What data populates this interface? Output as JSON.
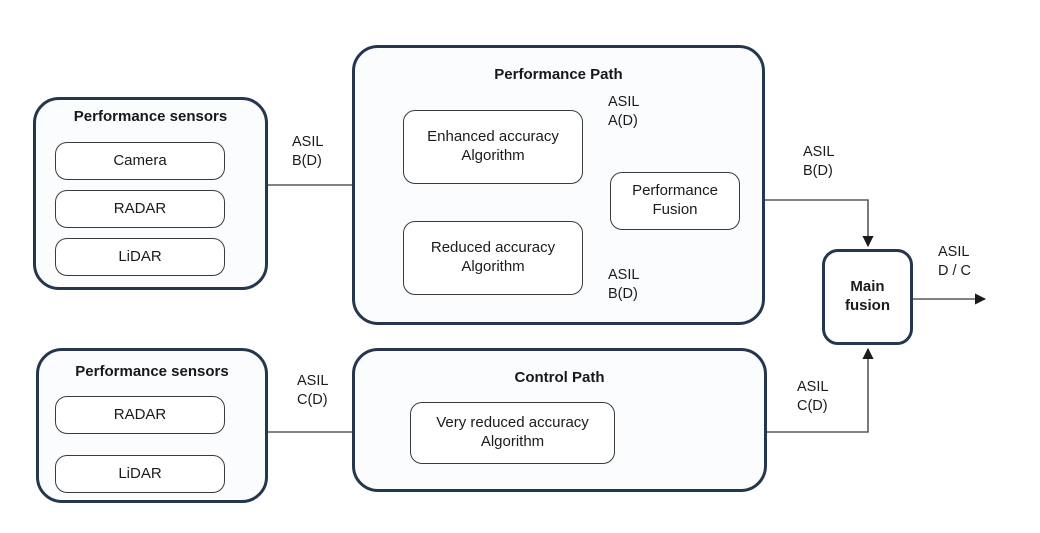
{
  "diagram": {
    "title": "ASIL decomposition sensor fusion architecture",
    "colors": {
      "container_stroke": "#24374e",
      "node_stroke": "#3b3b3b",
      "wire": "#5a5a5a",
      "background": "#ffffff",
      "text": "#1b1b1b"
    },
    "groups": [
      {
        "id": "performance-sensors-top",
        "title": "Performance sensors",
        "sensors": [
          {
            "id": "camera",
            "label": "Camera"
          },
          {
            "id": "radar",
            "label": "RADAR"
          },
          {
            "id": "lidar",
            "label": "LiDAR"
          }
        ]
      },
      {
        "id": "performance-path",
        "title": "Performance Path",
        "nodes": [
          {
            "id": "enhanced-accuracy-algorithm",
            "label": "Enhanced accuracy\nAlgorithm"
          },
          {
            "id": "reduced-accuracy-algorithm",
            "label": "Reduced accuracy\nAlgorithm"
          },
          {
            "id": "performance-fusion",
            "label": "Performance\nFusion"
          }
        ]
      },
      {
        "id": "performance-sensors-bottom",
        "title": "Performance sensors",
        "sensors": [
          {
            "id": "radar",
            "label": "RADAR"
          },
          {
            "id": "lidar",
            "label": "LiDAR"
          }
        ]
      },
      {
        "id": "control-path",
        "title": "Control Path",
        "nodes": [
          {
            "id": "very-reduced-accuracy-algorithm",
            "label": "Very reduced accuracy\nAlgorithm"
          }
        ]
      }
    ],
    "main_fusion": {
      "id": "main-fusion",
      "label": "Main\nfusion"
    },
    "edge_labels": [
      {
        "id": "sensors-to-performance-path",
        "text": "ASIL\nB(D)"
      },
      {
        "id": "enhanced-to-performance-fusion",
        "text": "ASIL\nA(D)"
      },
      {
        "id": "reduced-to-performance-fusion",
        "text": "ASIL\nB(D)"
      },
      {
        "id": "performance-fusion-to-main-fusion",
        "text": "ASIL\nB(D)"
      },
      {
        "id": "main-fusion-output",
        "text": "ASIL\nD / C"
      },
      {
        "id": "sensors-to-control-path",
        "text": "ASIL\nC(D)"
      },
      {
        "id": "control-path-to-main-fusion",
        "text": "ASIL\nC(D)"
      }
    ]
  }
}
